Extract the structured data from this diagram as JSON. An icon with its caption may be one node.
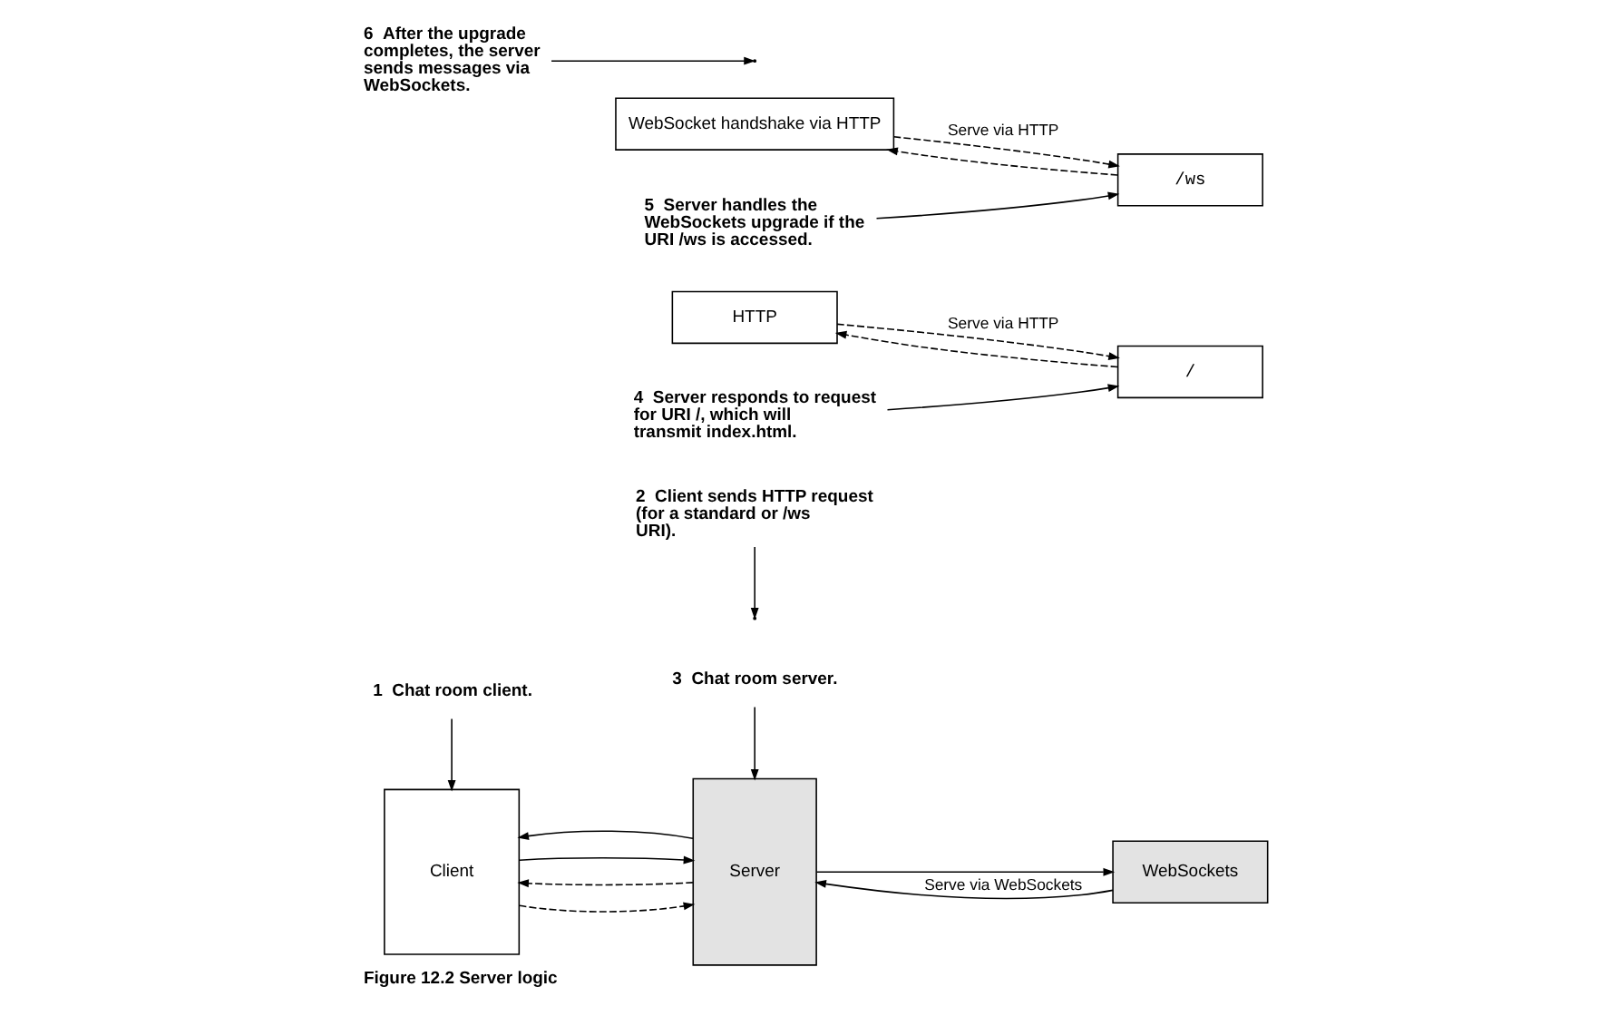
{
  "diagram": {
    "caption": "Figure 12.2 Server logic",
    "nodes": [
      {
        "text": [
          "1",
          "Chat room client."
        ]
      },
      {
        "text": [
          "2",
          "Client sends HTTP request (for a standard or /ws URI)."
        ]
      },
      {
        "text": [
          "3",
          "Chat room server."
        ]
      },
      {
        "text": [
          "Client"
        ]
      },
      {
        "text": [
          "Server"
        ]
      },
      {
        "text": [
          "HTTP"
        ]
      },
      {
        "text": [
          "/"
        ]
      },
      {
        "text": [
          "4",
          "Server responds to request for URI /, which will transmit index.html."
        ]
      },
      {
        "text": [
          "/ws"
        ]
      },
      {
        "text": [
          "5",
          "Server handles the WebSockets upgrade if the URI /ws is accessed."
        ]
      },
      {
        "text": [
          "WebSocket handshake via HTTP"
        ]
      },
      {
        "text": [
          "WebSockets"
        ]
      },
      {
        "text": [
          "6",
          "After the upgrade completes, the server sends messages via WebSockets."
        ]
      }
    ],
    "edges": [
      {
        "from": 0,
        "to": 3,
        "arrow": "to"
      },
      {
        "from": 1,
        "to": null,
        "arrow": "to"
      },
      {
        "from": 2,
        "to": 4,
        "arrow": "to"
      },
      {
        "from": 3,
        "to": 4,
        "arrow": "to",
        "style": "dashed"
      },
      {
        "from": 4,
        "to": 3,
        "arrow": "to",
        "style": "dashed"
      },
      {
        "from": 3,
        "to": 4,
        "arrow": "to"
      },
      {
        "from": 4,
        "to": 3,
        "arrow": "to"
      },
      {
        "from": 12,
        "to": null,
        "arrow": "to"
      },
      {
        "from": 6,
        "to": 5,
        "arrow": "to",
        "style": "dashed"
      },
      {
        "from": 5,
        "to": 6,
        "arrow": "to",
        "style": "dashed",
        "label": "Serve via HTTP"
      },
      {
        "from": 7,
        "to": 6,
        "arrow": "to"
      },
      {
        "from": 9,
        "to": 8,
        "arrow": "to"
      },
      {
        "from": 8,
        "to": 10,
        "arrow": "to",
        "style": "dashed"
      },
      {
        "from": 10,
        "to": 8,
        "arrow": "to",
        "style": "dashed",
        "label": "Serve via HTTP"
      },
      {
        "from": 11,
        "to": 4,
        "arrow": "to",
        "label": "Serve via WebSockets"
      },
      {
        "from": 4,
        "to": 11,
        "arrow": "to"
      }
    ]
  }
}
